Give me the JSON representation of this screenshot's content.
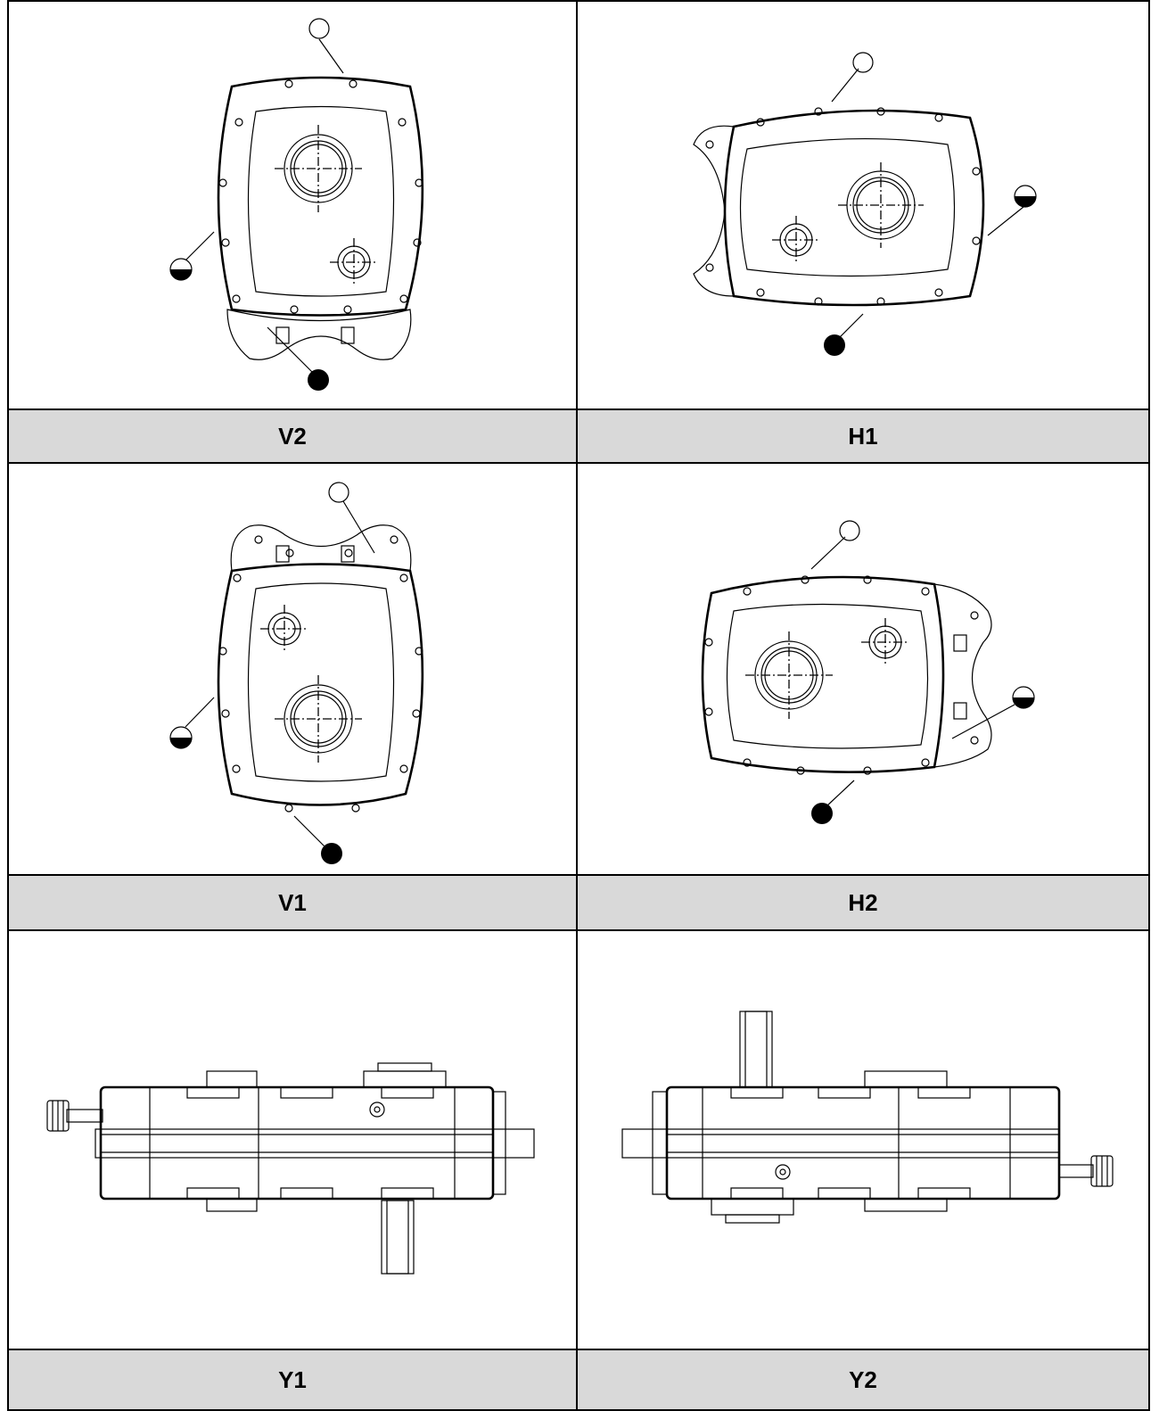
{
  "positions": [
    {
      "id": "V2",
      "label": "V2"
    },
    {
      "id": "H1",
      "label": "H1"
    },
    {
      "id": "V1",
      "label": "V1"
    },
    {
      "id": "H2",
      "label": "H2"
    },
    {
      "id": "Y1",
      "label": "Y1"
    },
    {
      "id": "Y2",
      "label": "Y2"
    }
  ],
  "legend_colors": {
    "fill_plug": "#000000",
    "level_plug": "#000000",
    "vent_plug": "#ffffff",
    "caption_bg": "#d9d9d9"
  }
}
